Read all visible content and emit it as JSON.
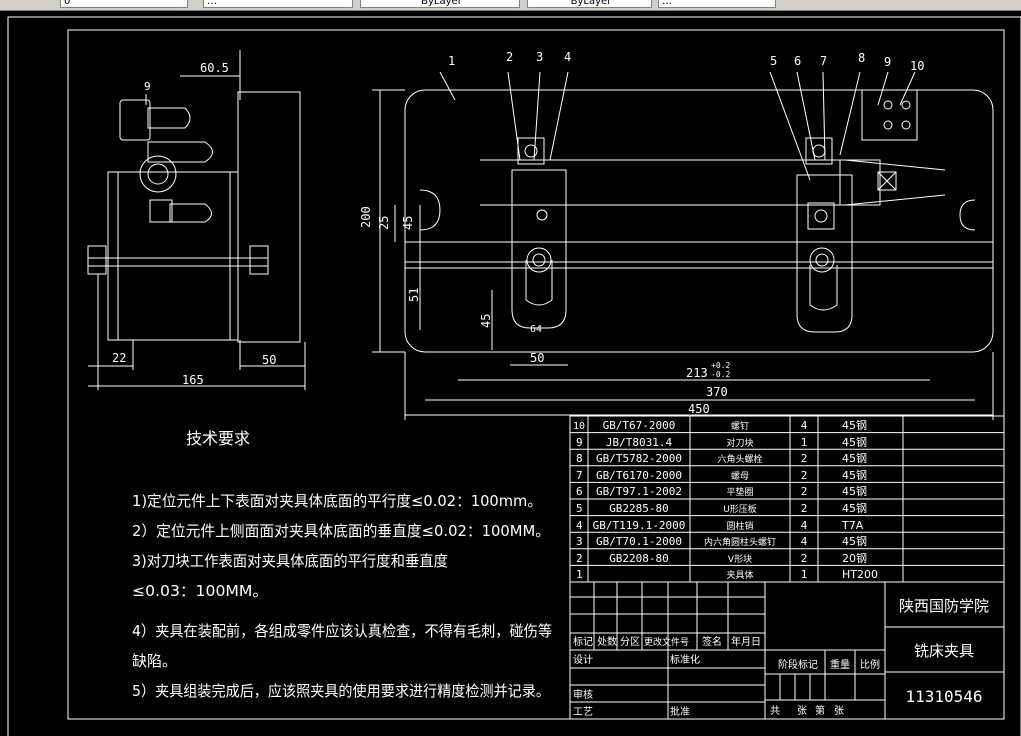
{
  "toolbar": {
    "layer_control": "0",
    "style_control": "…",
    "color_control": "ByLayer",
    "linetype_control": "ByLayer",
    "lineweight_control": "…"
  },
  "side_view": {
    "dims": [
      "60.5",
      "9",
      "22",
      "50",
      "165"
    ]
  },
  "front_view": {
    "balloons": [
      "1",
      "2",
      "3",
      "4",
      "5",
      "6",
      "7",
      "8",
      "9",
      "10"
    ],
    "dims": [
      "200",
      "25",
      "45",
      "51",
      "45",
      "64",
      "50",
      "213",
      "+0.2",
      "-0.2",
      "370",
      "450"
    ]
  },
  "tech_req": {
    "title": "技术要求",
    "lines": [
      "1)定位元件上下表面对夹具体底面的平行度≤0.02：100mm。",
      "2）定位元件上侧面面对夹具体底面的垂直度≤0.02：100MM。",
      "3)对刀块工作表面对夹具体底面的平行度和垂直度",
      "≤0.03：100MM。",
      "4）夹具在装配前，各组成零件应该认真检查，不得有毛刺，碰伤等",
      "缺陷。",
      "5）夹具组装完成后，应该照夹具的使用要求进行精度检测并记录。"
    ]
  },
  "bom": [
    {
      "no": "10",
      "std": "GB/T67-2000",
      "name": "螺钉",
      "qty": "4",
      "mat": "45钢"
    },
    {
      "no": "9",
      "std": "JB/T8031.4",
      "name": "对刀块",
      "qty": "1",
      "mat": "45钢"
    },
    {
      "no": "8",
      "std": "GB/T5782-2000",
      "name": "六角头螺栓",
      "qty": "2",
      "mat": "45钢"
    },
    {
      "no": "7",
      "std": "GB/T6170-2000",
      "name": "螺母",
      "qty": "2",
      "mat": "45钢"
    },
    {
      "no": "6",
      "std": "GB/T97.1-2002",
      "name": "平垫圈",
      "qty": "2",
      "mat": "45钢"
    },
    {
      "no": "5",
      "std": "GB2285-80",
      "name": "U形压板",
      "qty": "2",
      "mat": "45钢"
    },
    {
      "no": "4",
      "std": "GB/T119.1-2000",
      "name": "圆柱销",
      "qty": "4",
      "mat": "T7A"
    },
    {
      "no": "3",
      "std": "GB/T70.1-2000",
      "name": "内六角圆柱头螺钉",
      "qty": "4",
      "mat": "45钢"
    },
    {
      "no": "2",
      "std": "GB2208-80",
      "name": "V形块",
      "qty": "2",
      "mat": "20钢"
    },
    {
      "no": "1",
      "std": "",
      "name": "夹具体",
      "qty": "1",
      "mat": "HT200"
    }
  ],
  "title_block": {
    "school": "陕西国防学院",
    "drawing_name": "铣床夹具",
    "drawing_no": "11310546",
    "labels": [
      "标记",
      "处数",
      "分区",
      "更改文件号",
      "签名",
      "年月日",
      "设计",
      "标准化",
      "阶段标记",
      "重量",
      "比例",
      "审核",
      "工艺",
      "批准",
      "共",
      "张",
      "第",
      "张"
    ]
  },
  "colors": {
    "background": "#000000",
    "lines": "#ffffff",
    "toolbar": "#d4d0c8"
  }
}
